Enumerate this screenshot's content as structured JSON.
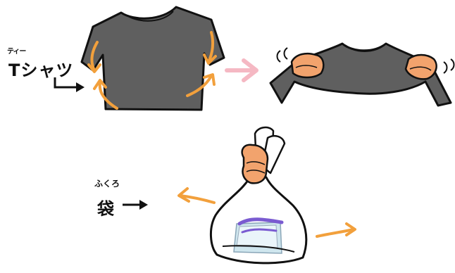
{
  "labels": {
    "tshirt_ruby": "ティー",
    "tshirt": "Tシャツ",
    "bag_ruby": "ふくろ",
    "bag": "袋"
  },
  "colors": {
    "shirt": "#5f5f5f",
    "outline": "#111111",
    "orange_arrow": "#f2a03c",
    "pink_arrow": "#f5b8c3",
    "hand": "#f2a36d",
    "hand_light": "#f6c79a",
    "bag_stripe": "#7a5bd1",
    "bag_film": "#cfe6ee"
  },
  "icons": [
    "t-shirt-flat-icon",
    "stretch-arrows",
    "transition-arrow",
    "hands-stretching-shirt",
    "hand-holding-bag",
    "plastic-bag",
    "pull-arrows"
  ]
}
